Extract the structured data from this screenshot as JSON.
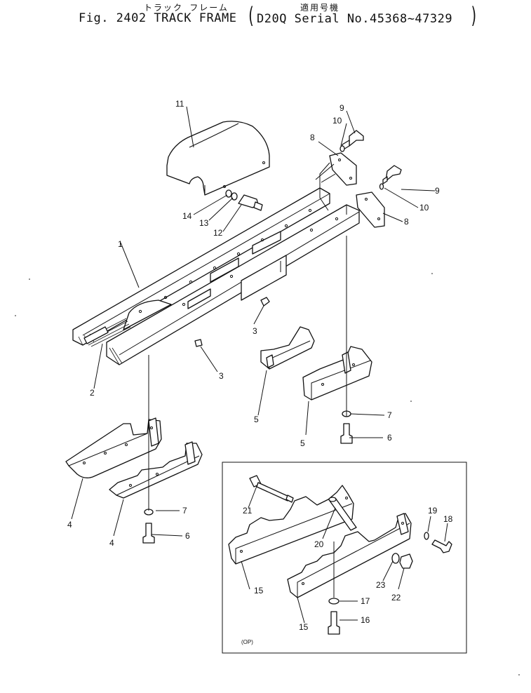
{
  "header": {
    "fig_title": "Fig. 2402 TRACK FRAME",
    "jp_name": "トラック フレーム",
    "jp_applicable": "適用号機",
    "serial": "D20Q Serial No.45368~47329",
    "paren_open": "(",
    "paren_close": ")"
  },
  "callouts": {
    "c1": "1",
    "c2": "2",
    "c3a": "3",
    "c3b": "3",
    "c4a": "4",
    "c4b": "4",
    "c5a": "5",
    "c5b": "5",
    "c6a": "6",
    "c6b": "6",
    "c7a": "7",
    "c7b": "7",
    "c8a": "8",
    "c8b": "8",
    "c9a": "9",
    "c9b": "9",
    "c10a": "10",
    "c10b": "10",
    "c11": "11",
    "c12": "12",
    "c13": "13",
    "c14": "14",
    "c15a": "15",
    "c15b": "15",
    "c16": "16",
    "c17": "17",
    "c18": "18",
    "c19": "19",
    "c20": "20",
    "c21": "21",
    "c22": "22",
    "c23": "23"
  },
  "inset": {
    "tag": "(OP)"
  }
}
